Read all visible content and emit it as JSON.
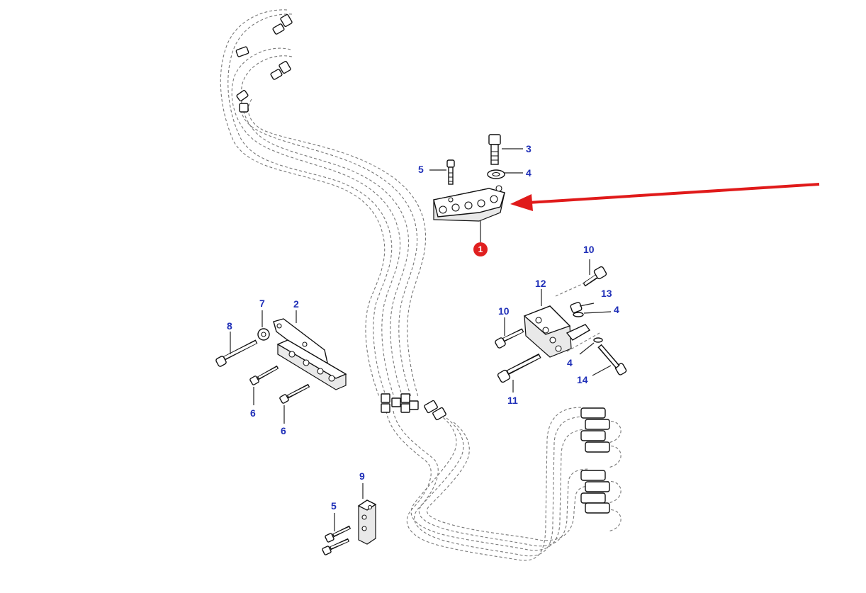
{
  "colors": {
    "callout_text": "#1f2fb8",
    "highlight_badge": "#e02020",
    "arrow": "#e01a1a",
    "line_art": "#111111",
    "dashed_pipes": "#777777"
  },
  "callouts": {
    "c1": "1",
    "c2": "2",
    "c3": "3",
    "c4a": "4",
    "c4b": "4",
    "c4c": "4",
    "c5a": "5",
    "c5b": "5",
    "c6a": "6",
    "c6b": "6",
    "c7": "7",
    "c8": "8",
    "c9": "9",
    "c10a": "10",
    "c10b": "10",
    "c11": "11",
    "c12": "12",
    "c13": "13",
    "c14": "14"
  },
  "highlight": {
    "badge_icon": "numbered-circle-icon",
    "arrow_icon": "pointer-arrow-icon"
  }
}
